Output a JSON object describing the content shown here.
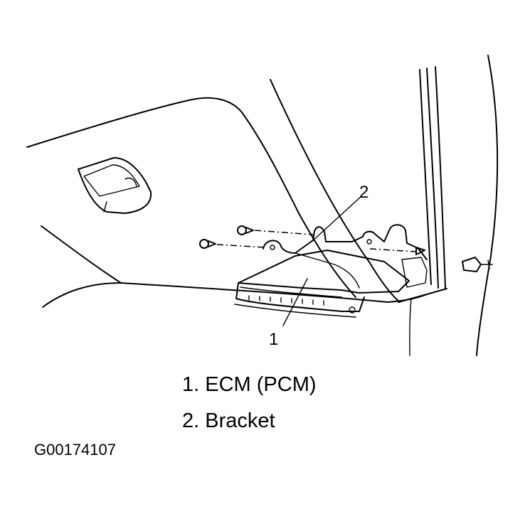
{
  "diagram": {
    "callouts": [
      "1",
      "2"
    ],
    "legend": [
      {
        "number": "1.",
        "text": "ECM (PCM)"
      },
      {
        "number": "2.",
        "text": "Bracket"
      }
    ],
    "figure_id": "G00174107"
  }
}
